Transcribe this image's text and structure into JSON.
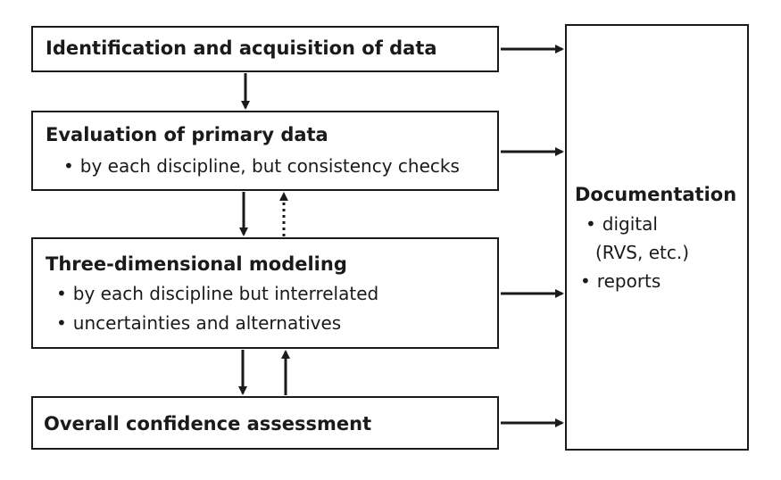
{
  "steps": [
    {
      "title": "Identification and acquisition of data",
      "bullets": []
    },
    {
      "title": "Evaluation of primary data",
      "bullets": [
        "by each discipline, but consistency checks"
      ]
    },
    {
      "title": "Three-dimensional modeling",
      "bullets": [
        "by each discipline but interrelated",
        "uncertainties and alternatives"
      ]
    },
    {
      "title": "Overall confidence assessment",
      "bullets": []
    }
  ],
  "documentation": {
    "title": "Documentation",
    "item1": "digital",
    "item1_cont": "(RVS, etc.)",
    "item2": "reports"
  }
}
